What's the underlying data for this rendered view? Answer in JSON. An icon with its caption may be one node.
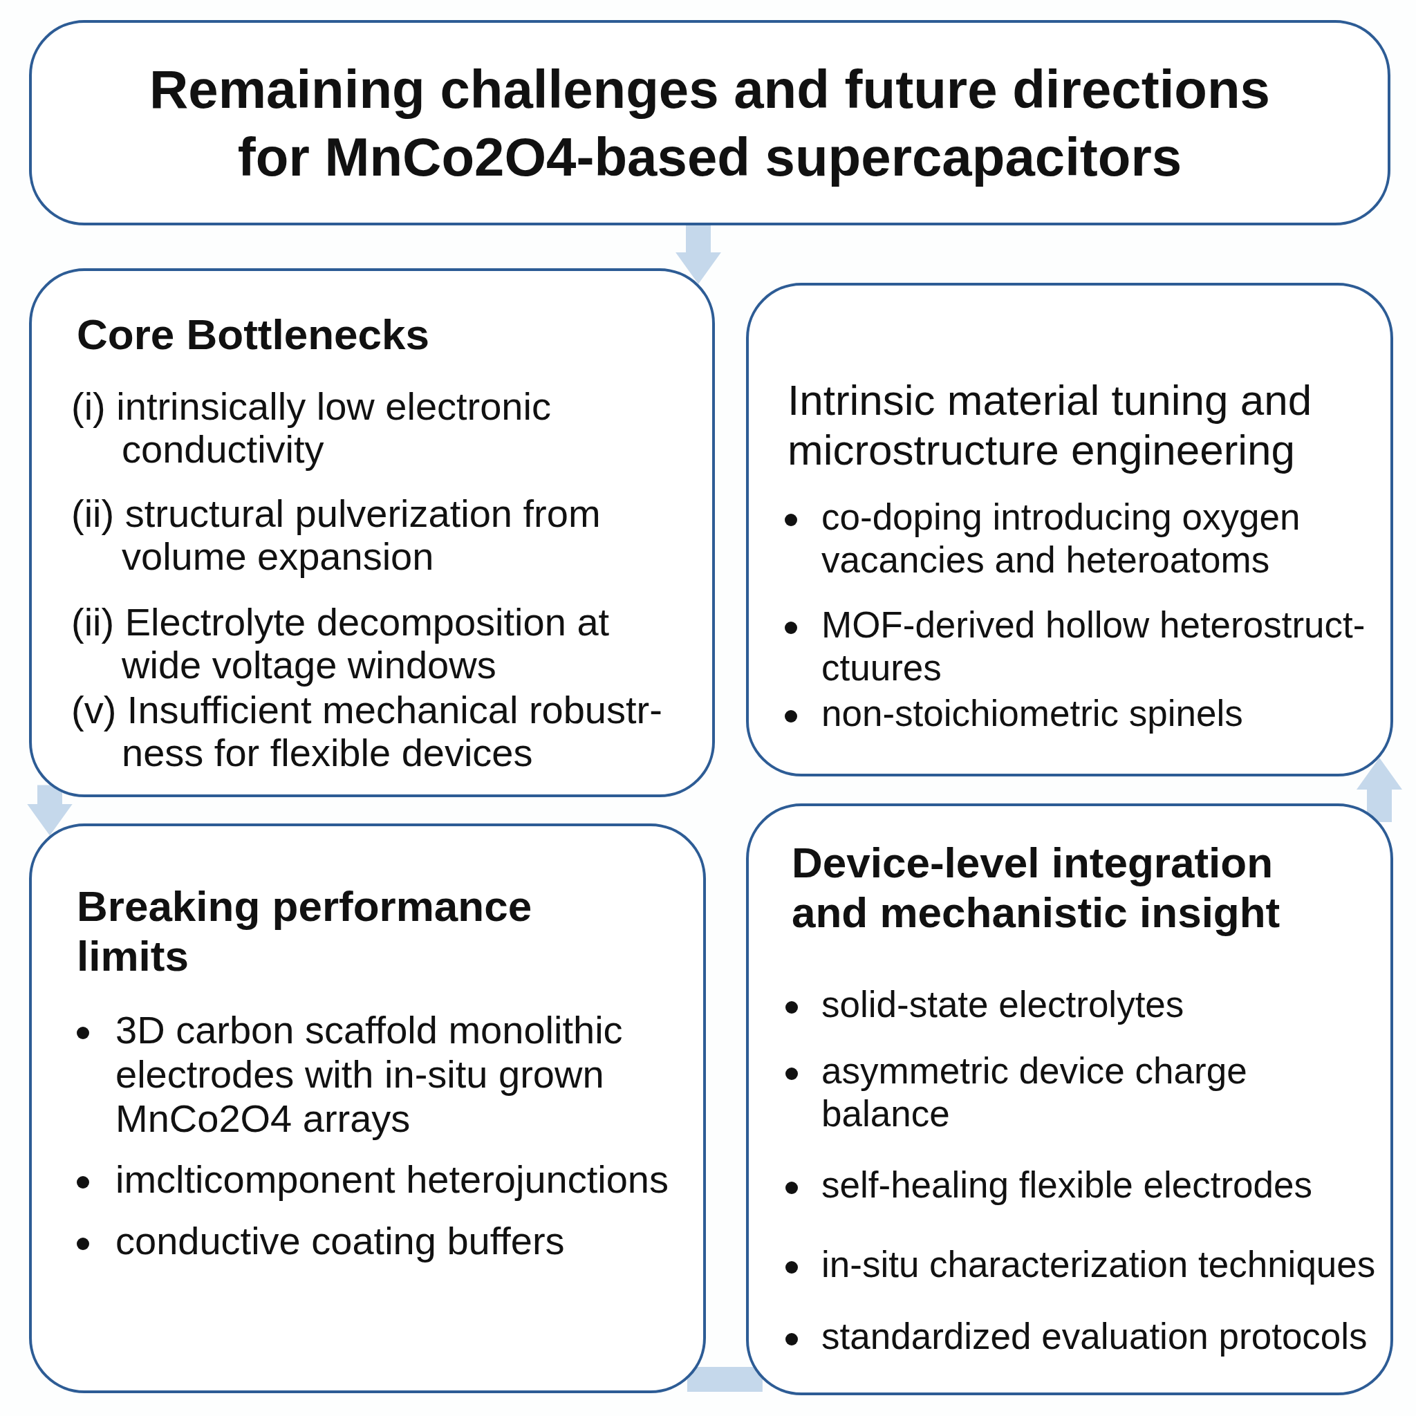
{
  "diagram": {
    "nodes": [
      {
        "text": [
          "Remaining challenges and future directions for MnCo2O4-based supercapacitors"
        ]
      },
      {
        "text": [
          "Core Bottlenecks",
          "(i) intrinsically low electronic conductivity",
          "(ii) structural pulverization from volume expansion",
          "(ii) Electrolyte decomposition at wide voltage windows",
          "(v) Insufficient mechanical robustr- ness for flexible devices"
        ]
      },
      {
        "text": [
          "Intrinsic material tuning and microstructure engineering",
          "co-doping introducing oxygen vacancies and heteroatoms",
          "MOF-derived hollow heterostruct- ctuures",
          "non-stoichiometric spinels"
        ]
      },
      {
        "text": [
          "Breaking performance limits",
          "3D carbon scaffold monolithic electrodes with in-situ grown MnCo2O4 arrays",
          "imclticomponent heterojunctions",
          "conductive coating buffers"
        ]
      },
      {
        "text": [
          "Device-level integration and mechanistic insight",
          "solid-state electrolytes",
          "asymmetric device charge balance",
          "self-healing flexible electrodes",
          "in-situ characterization techniques",
          "standardized evaluation protocols"
        ]
      }
    ],
    "edges": [
      {
        "from": 0,
        "to": 1,
        "arrow": "to"
      },
      {
        "from": 1,
        "to": 3,
        "arrow": "to"
      },
      {
        "from": 3,
        "to": 4,
        "arrow": "none"
      },
      {
        "from": 4,
        "to": 2,
        "arrow": "to"
      }
    ]
  }
}
